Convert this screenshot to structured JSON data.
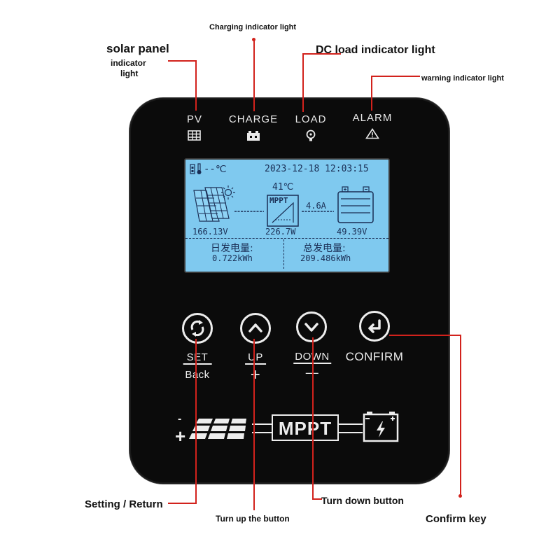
{
  "callouts": {
    "charging_indicator": "Charging indicator light",
    "solar_panel": "solar panel",
    "solar_panel_sub": "indicator",
    "solar_panel_sub2": "light",
    "dc_load_indicator": "DC load indicator light",
    "warning_indicator": "warning indicator light",
    "setting_return": "Setting / Return",
    "turn_up": "Turn up the button",
    "turn_down": "Turn down button",
    "confirm_key": "Confirm key"
  },
  "indicators": {
    "pv": "PV",
    "charge": "CHARGE",
    "load": "LOAD",
    "alarm": "ALARM"
  },
  "lcd": {
    "temp_unit": "--℃",
    "datetime": "2023-12-18 12:03:15",
    "controller_temp": "41℃",
    "mppt": "MPPT",
    "current": "4.6A",
    "pv_voltage": "166.13V",
    "power": "226.7W",
    "battery_voltage": "49.39V",
    "daily_label": "日发电量:",
    "daily_value": "0.722kWh",
    "total_label": "总发电量:",
    "total_value": "209.486kWh"
  },
  "buttons": {
    "set": "SET",
    "back": "Back",
    "up": "UP",
    "plus": "+",
    "down": "DOWN",
    "minus": "—",
    "confirm": "CONFIRM"
  },
  "diagram": {
    "minus": "-",
    "plus": "+",
    "mppt": "MPPT"
  },
  "colors": {
    "device_body": "#0b0b0b",
    "lcd_background": "#7fc9ef",
    "callout_line": "#d2221c"
  }
}
